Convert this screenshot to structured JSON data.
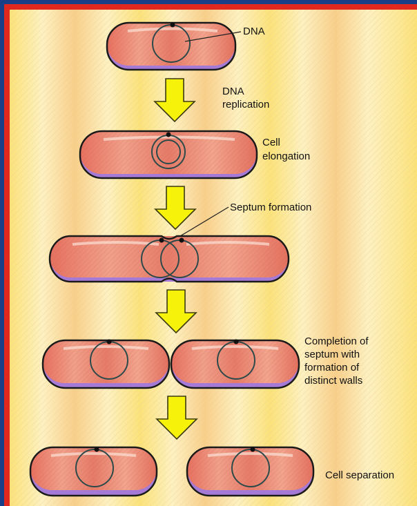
{
  "labels": {
    "dna": "DNA",
    "dna_replication_1": "DNA",
    "dna_replication_2": "replication",
    "cell_elongation_1": "Cell",
    "cell_elongation_2": "elongation",
    "septum_formation": "Septum formation",
    "completion_1": "Completion of",
    "completion_2": "septum with",
    "completion_3": "formation of",
    "completion_4": "distinct walls",
    "cell_separation": "Cell separation"
  },
  "colors": {
    "cell_fill": "#e8836e",
    "cell_bottom": "#a57ad6",
    "cell_outline": "#1a1a1a",
    "nucleoid_outline": "#2c4a4a",
    "arrow_fill": "#f7f20a",
    "arrow_outline": "#3a3a10",
    "frame_red": "#e0281e",
    "frame_blue": "#1b3f86",
    "stripe_yellow": "#fbe27a",
    "stripe_cream": "#fdf1c2",
    "stripe_peach": "#f8cf8a"
  }
}
